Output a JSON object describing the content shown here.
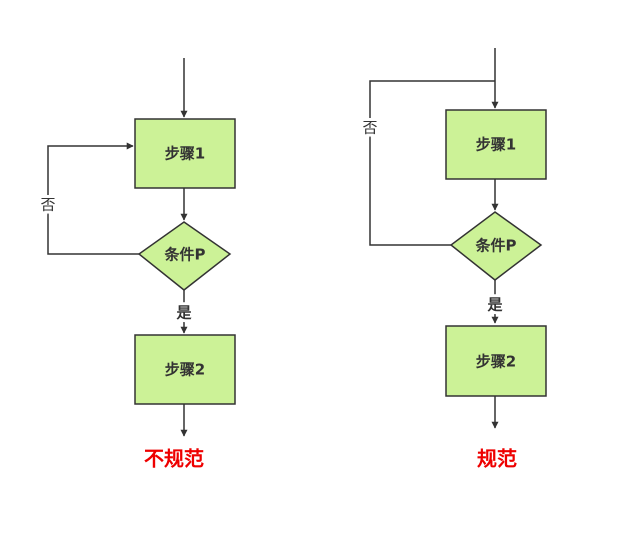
{
  "colors": {
    "node_fill": "#ccf297",
    "stroke": "#333333",
    "caption": "#ee0000"
  },
  "left_diagram": {
    "step1": "步骤1",
    "condition": "条件P",
    "step2": "步骤2",
    "no_label": "否",
    "yes_label": "是",
    "caption": "不规范"
  },
  "right_diagram": {
    "step1": "步骤1",
    "condition": "条件P",
    "step2": "步骤2",
    "no_label": "否",
    "yes_label": "是",
    "caption": "规范"
  }
}
